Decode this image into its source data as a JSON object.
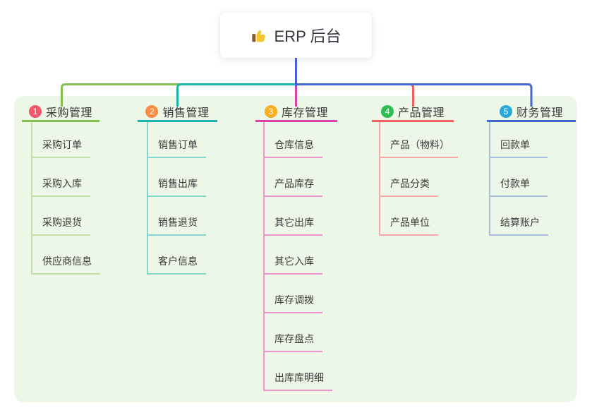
{
  "root": {
    "label": "ERP 后台",
    "icon": "thumbs-up-icon"
  },
  "branches": [
    {
      "index": "1",
      "label": "采购管理",
      "badge_color": "#F5566B",
      "line_color": "#82BE50",
      "light_color": "#C3E0A4",
      "children": [
        "采购订单",
        "采购入库",
        "采购退货",
        "供应商信息"
      ]
    },
    {
      "index": "2",
      "label": "销售管理",
      "badge_color": "#FB8C44",
      "line_color": "#1CB5AD",
      "light_color": "#85D6CE",
      "children": [
        "销售订单",
        "销售出库",
        "销售退货",
        "客户信息"
      ]
    },
    {
      "index": "3",
      "label": "库存管理",
      "badge_color": "#FBAD21",
      "line_color": "#D844A8",
      "light_color": "#EC94CC",
      "children": [
        "仓库信息",
        "产品库存",
        "其它出库",
        "其它入库",
        "库存调拨",
        "库存盘点",
        "出库库明细"
      ]
    },
    {
      "index": "4",
      "label": "产品管理",
      "badge_color": "#2FBE52",
      "line_color": "#F25F5F",
      "light_color": "#F9A8A8",
      "children": [
        "产品（物料）",
        "产品分类",
        "产品单位"
      ]
    },
    {
      "index": "5",
      "label": "财务管理",
      "badge_color": "#29A8DC",
      "line_color": "#4667CE",
      "light_color": "#A9BEE3",
      "children": [
        "回款单",
        "付款单",
        "结算账户"
      ]
    }
  ],
  "colors": {
    "panel_bg": "#EDF7E8",
    "root_line": "#4A63D6",
    "thumb_yellow": "#F6C62D",
    "thumb_cuff": "#8C5F2E",
    "text": "#3A3A3A"
  }
}
